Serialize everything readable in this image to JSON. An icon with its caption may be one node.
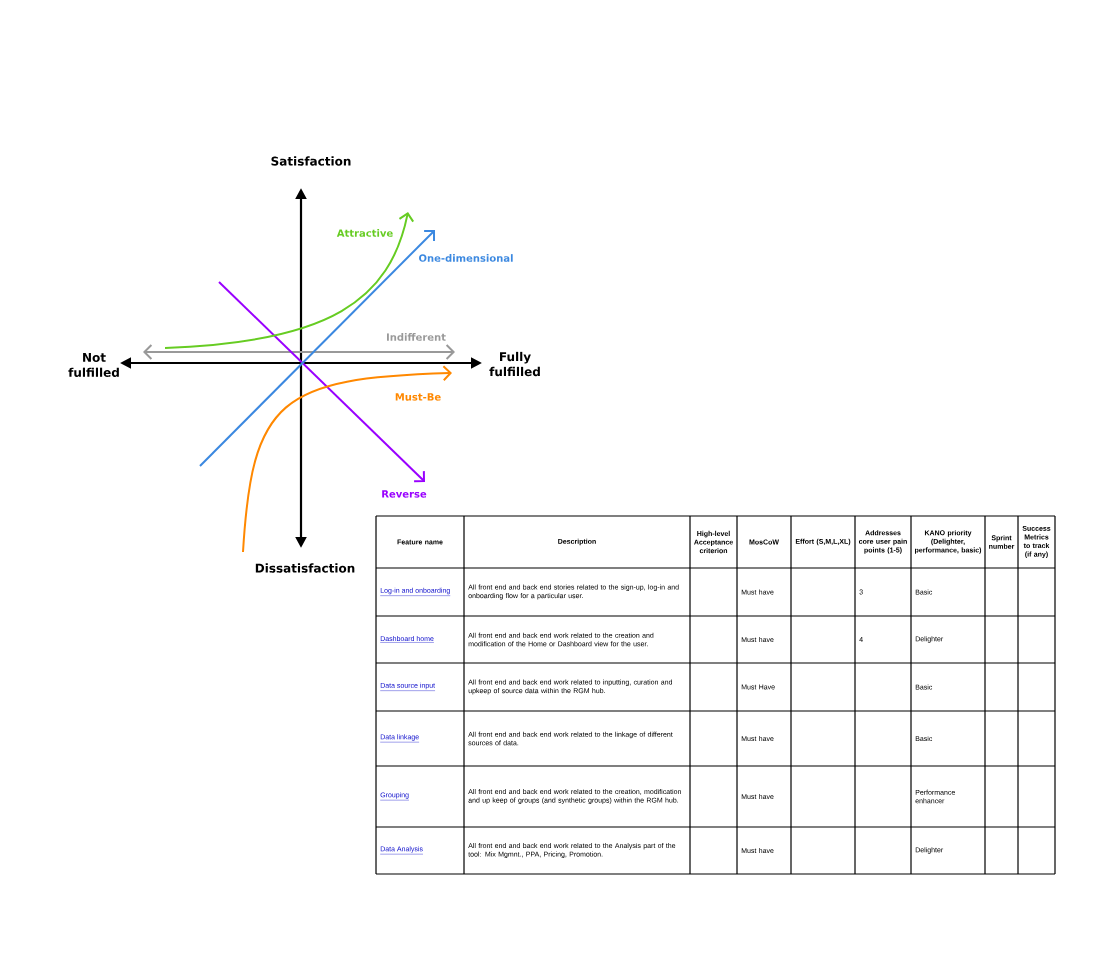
{
  "diagram": {
    "labels": [
      "Satisfaction",
      "Attractive",
      "One-dimensional",
      "Indifferent",
      "Not fulfilled",
      "Fully fulfilled",
      "Must-Be",
      "Reverse",
      "Dissatisfaction",
      "Feature name",
      "Description",
      "High-level Acceptance criterion",
      "MosCoW",
      "Effort (S,M,L,XL)",
      "Addresses core user pain points (1-5)",
      "KANO priority (Delighter, performance, basic)",
      "Sprint number",
      "Success Metrics to track (if any)",
      "Log-in and onboarding",
      "All front end and back end stories related to the sign-up, log-in and onboarding flow for a particular user.",
      "Must have",
      "3",
      "Basic",
      "Dashboard home",
      "All front end and back end work related to the creation and modification of the Home or Dashboard view for the user.",
      "Must have",
      "4",
      "Delighter",
      "Data source input",
      "All front end and back end work related to inputting, curation and upkeep of source data within the RGM hub.",
      "Must Have",
      "Basic",
      "Data linkage",
      "All front end and back end work related to the linkage of different sources of data.",
      "Must have",
      "Basic",
      "Grouping",
      "All front end and back end work related to the creation, modification and up keep of groups (and synthetic groups) within the RGM hub.",
      "Must have",
      "Performance enhancer",
      "Data Analysis",
      "All front end and back end work related to the Analysis part of the tool: Mix Mgmnt., PPA, Pricing, Promotion.",
      "Must have",
      "Delighter"
    ]
  }
}
